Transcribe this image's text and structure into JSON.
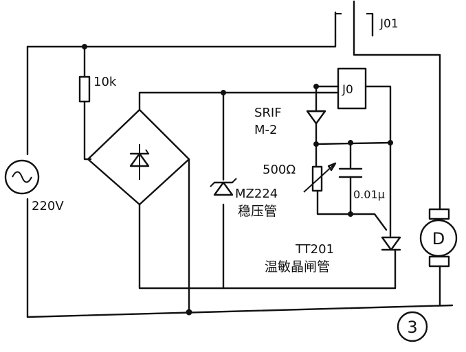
{
  "labels": {
    "relay_contact": "J01",
    "resistor": "10k",
    "relay_coil": "J0",
    "diode_model": "SRIF",
    "diode_model_2": "M-2",
    "potentiometer": "500Ω",
    "capacitor": "0.01μ",
    "zener_model": "MZ224",
    "zener_name": "稳压管",
    "source_voltage": "220V",
    "thyristor_model": "TT201",
    "thyristor_name": "温敏晶闸管",
    "motor": "D",
    "figure_number": "3"
  }
}
